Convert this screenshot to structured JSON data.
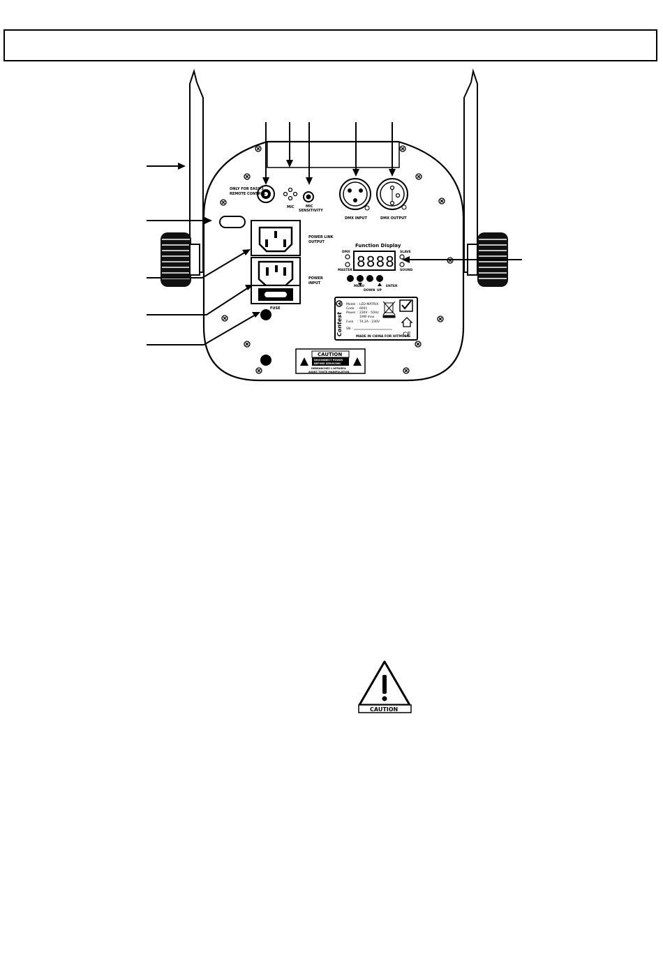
{
  "panel": {
    "remote_label_line1": "ONLY FOR EASY-3",
    "remote_label_line2": "REMOTE CONTROL",
    "mic_label": "MIC",
    "mic_sens_line1": "MIC",
    "mic_sens_line2": "SENSITIVITY",
    "dmx_input_label": "DMX INPUT",
    "dmx_output_label": "DMX OUTPUT",
    "power_link_line1": "POWER LINK",
    "power_link_line2": "OUTPUT",
    "power_input_line1": "POWER",
    "power_input_line2": "INPUT",
    "fuse_label": "FUSE"
  },
  "function_display": {
    "title": "Function Display",
    "digits": "8888",
    "led_dmx": "DMX",
    "led_master": "MASTER",
    "led_slave": "SLAVE",
    "led_sound": "SOUND",
    "btn_menu": "MENU",
    "btn_down": "DOWN",
    "btn_up": "UP",
    "btn_enter": "ENTER"
  },
  "nameplate": {
    "brand": "Contest",
    "model_key": "Model",
    "model_val": ": LED-MATRIX",
    "code_key": "Code",
    "code_val": ": 6001",
    "power_key": "Power",
    "power_val": ": 230V - 50Hz",
    "power_val2": "19W max",
    "fuse_key": "Fuse",
    "fuse_val": ": T4,2A - 230V",
    "sn_label": "SN :",
    "made_in": "MADE IN CHINA FOR HITMUSIC",
    "ce": "CE"
  },
  "caution_label": {
    "title": "CAUTION",
    "line1": "DISCONNECT POWER",
    "line2": "BEFORE SERVICING",
    "line3": "DEBRANCHEZ L'APPAREIL",
    "line4": "AVANT TOUTE MANIPULATION"
  },
  "caution_sign": {
    "label": "CAUTION"
  }
}
